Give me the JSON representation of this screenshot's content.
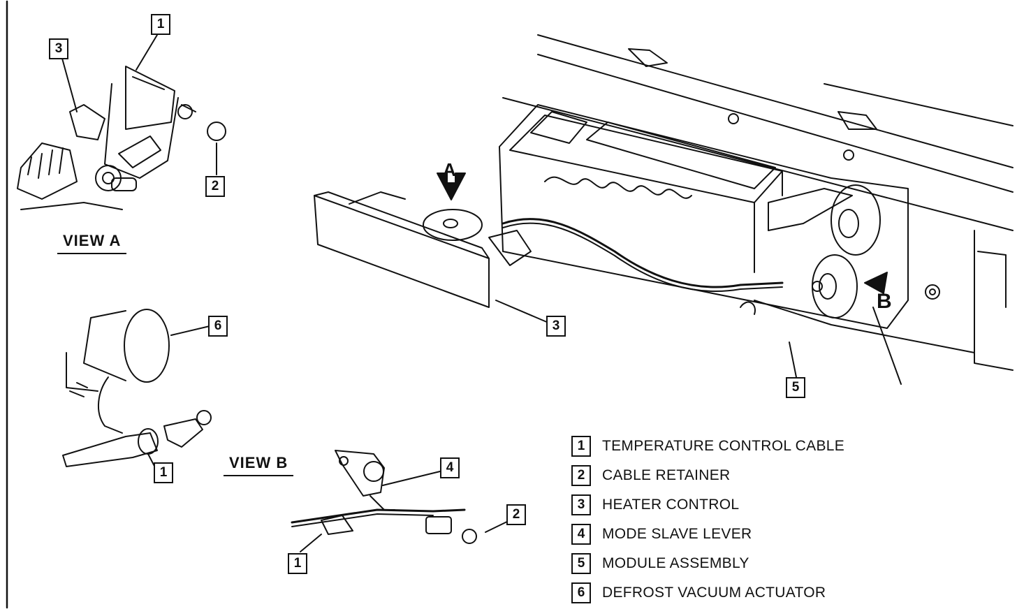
{
  "views": {
    "view_a": "VIEW A",
    "view_b": "VIEW B",
    "arrow_a": "A",
    "arrow_b": "B"
  },
  "callouts": {
    "va_1": "1",
    "va_2": "2",
    "va_3": "3",
    "main_3": "3",
    "main_5": "5",
    "act_6": "6",
    "act_1": "1",
    "vb_4": "4",
    "vb_2": "2",
    "vb_1": "1"
  },
  "legend": [
    {
      "num": "1",
      "text": "TEMPERATURE CONTROL CABLE"
    },
    {
      "num": "2",
      "text": "CABLE RETAINER"
    },
    {
      "num": "3",
      "text": "HEATER CONTROL"
    },
    {
      "num": "4",
      "text": "MODE SLAVE LEVER"
    },
    {
      "num": "5",
      "text": "MODULE ASSEMBLY"
    },
    {
      "num": "6",
      "text": "DEFROST VACUUM ACTUATOR"
    }
  ]
}
